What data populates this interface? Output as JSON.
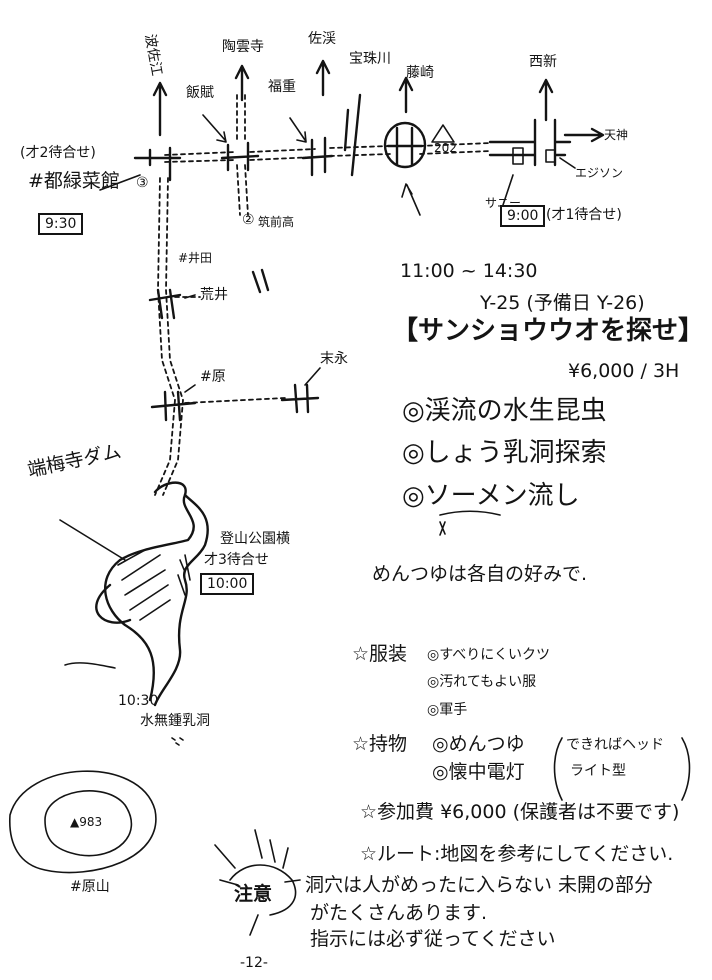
{
  "map": {
    "top_destinations": {
      "d1": "波佐江",
      "d2": "陶雲寺",
      "d3": "佐渓",
      "d4": "宝珠川",
      "d5": "藤崎",
      "d6": "西新"
    },
    "intersections": {
      "hanhan": "飯賦",
      "fukushige": "福重",
      "nishiiza": "#井田",
      "hara": "#原",
      "suenaga": "末永"
    },
    "route_labels": {
      "r202": "202",
      "tenjin": "天神",
      "eajin": "エジソン",
      "sunny": "サニー",
      "arai": "荒井"
    },
    "meeting_points": {
      "m2_title": "(才2待合せ)",
      "m2_place": "#都緑菜館",
      "m2_mark": "③",
      "m2_time": "9:30",
      "m1_time": "9:00",
      "m1_label": "(才1待合せ)",
      "high_school_mark": "②",
      "high_school": "筑前高",
      "m3_place": "登山公園横",
      "m3_label": "才3待合せ",
      "m3_time": "10:00"
    },
    "dam": "端梅寺ダム",
    "cave_time": "10:30",
    "cave_name": "水無鍾乳洞",
    "mountain_peak": "▲983",
    "mountain_name": "#原山"
  },
  "event": {
    "time": "11:00 ~ 14:30",
    "code": "Y-25 (予備日 Y-26)",
    "title": "【サンショウウオを探せ】",
    "price": "¥6,000 / 3H",
    "items": [
      "◎渓流の水生昆虫",
      "◎しょう乳洞探索",
      "◎ソーメン流し"
    ],
    "note": "めんつゆは各自の好みで."
  },
  "info": {
    "clothing_label": "☆服装",
    "clothing_items": [
      "◎すべりにくいクツ",
      "◎汚れてもよい服",
      "◎軍手"
    ],
    "belongings_label": "☆持物",
    "belongings_items": [
      "◎めんつゆ",
      "◎懐中電灯"
    ],
    "flashlight_note_1": "できればヘッド",
    "flashlight_note_2": "ライト型",
    "fee": "☆参加費 ¥6,000 (保護者は不要です)",
    "route": "☆ルート:地図を参考にしてください.",
    "warning_label": "注意",
    "warning_line_1": "洞穴は人がめったに入らない 未開の部分",
    "warning_line_2": "がたくさんあります.",
    "warning_line_3": "指示には必ず従ってください"
  },
  "footer": {
    "page_number": "-12-"
  }
}
